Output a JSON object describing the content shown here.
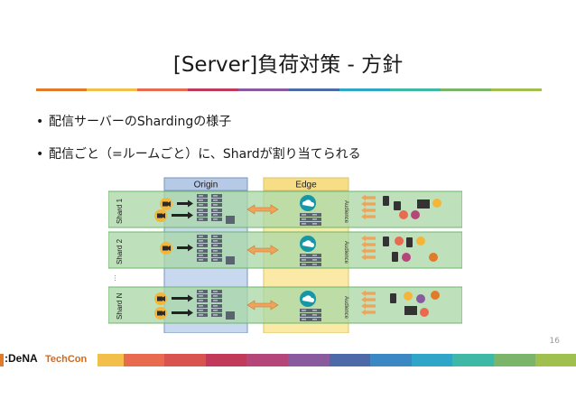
{
  "slide": {
    "title": "[Server]負荷対策 - 方針",
    "page_number": "16",
    "bullets": [
      "配信サーバーのShardingの様子",
      "配信ごと（=ルームごと）に、Shardが割り当てられる"
    ],
    "bullet_glyph": "•"
  },
  "diagram": {
    "origin_label": "Origin",
    "edge_label": "Edge",
    "shards": [
      {
        "label": "Shard 1"
      },
      {
        "label": "Shard 2"
      },
      {
        "label": "Shard N"
      }
    ],
    "ellipsis": "…",
    "audience_label": "Audience",
    "colors": {
      "origin_bg": "#c7d8ef",
      "edge_bg": "#fbeaa6",
      "shard_bg": "#a8d7a6",
      "shard_border": "#6fb56c",
      "arrow_orange": "#f0a35a",
      "cloud_teal": "#1796a6"
    }
  },
  "footer": {
    "logo_text_left": ":DeNA",
    "logo_text_right": "TechCon",
    "stripe_colors": [
      "#e07b2a",
      "#f0a33a",
      "#f2c04a",
      "#e86a4f",
      "#d9534f",
      "#c23a5a",
      "#b5467a",
      "#8a5a9e",
      "#4c6aa8",
      "#3b88c4",
      "#2fa6c7",
      "#3fb8a5",
      "#7bb56a",
      "#9fbf4f"
    ]
  },
  "title_rule_colors": [
    "#e07b2a",
    "#f2c04a",
    "#e86a4f",
    "#c23a5a",
    "#8a5a9e",
    "#4c6aa8",
    "#2fa6c7",
    "#3fb8a5",
    "#7bb56a",
    "#9fbf4f"
  ]
}
